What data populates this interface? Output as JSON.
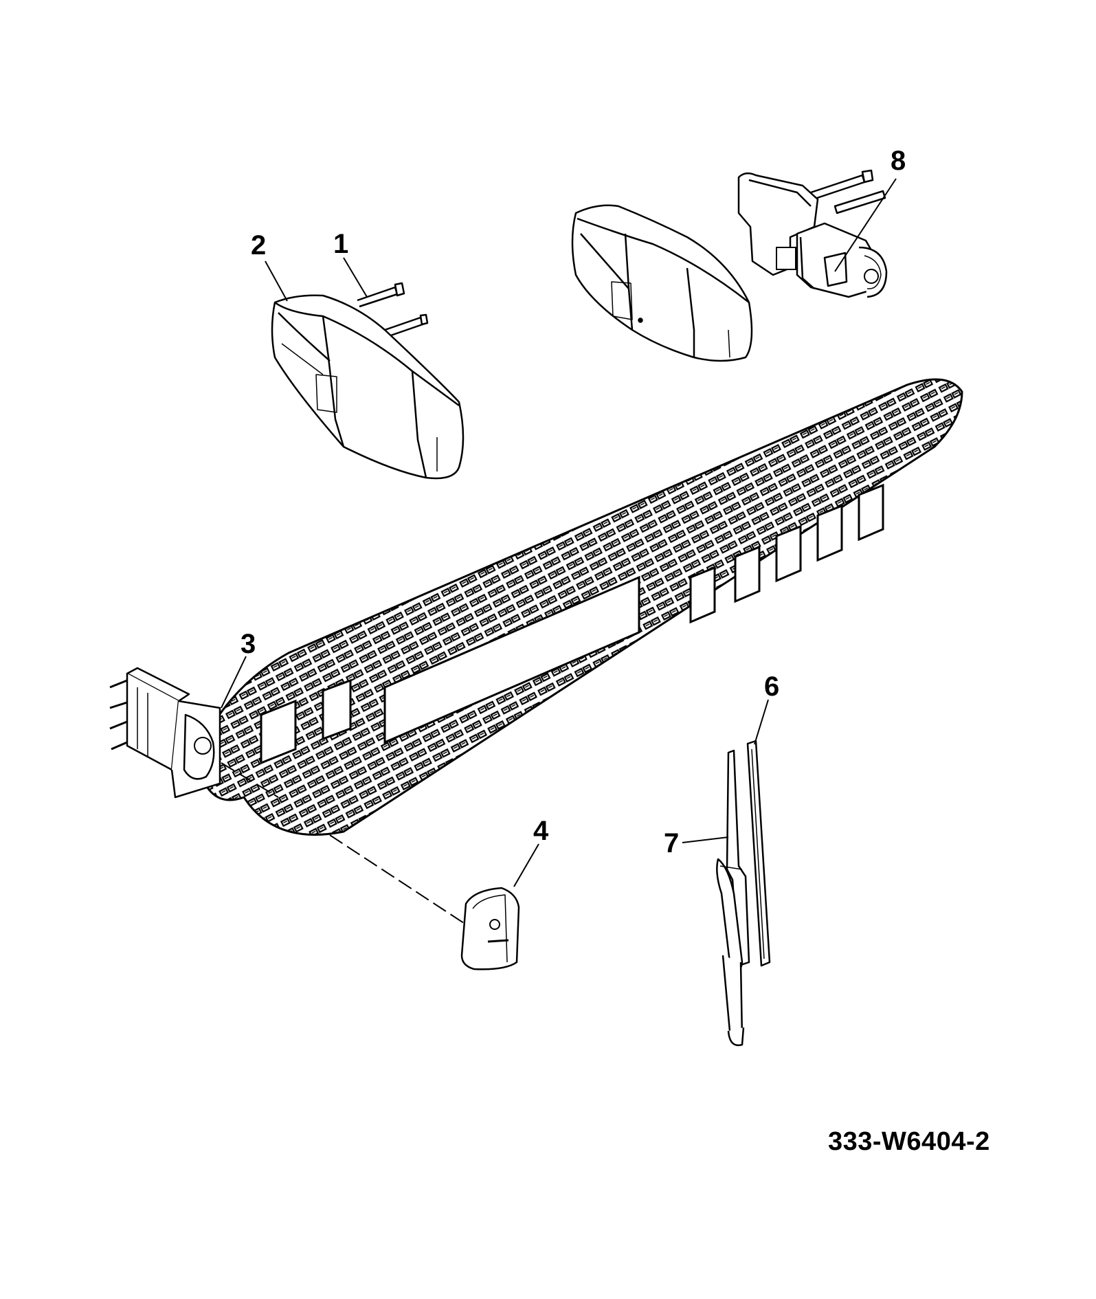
{
  "diagram": {
    "callouts": [
      "1",
      "2",
      "3",
      "4",
      "6",
      "7",
      "8"
    ],
    "reference_code": "333-W6404-2",
    "colors": {
      "ink": "#000000",
      "paper": "#ffffff"
    }
  }
}
